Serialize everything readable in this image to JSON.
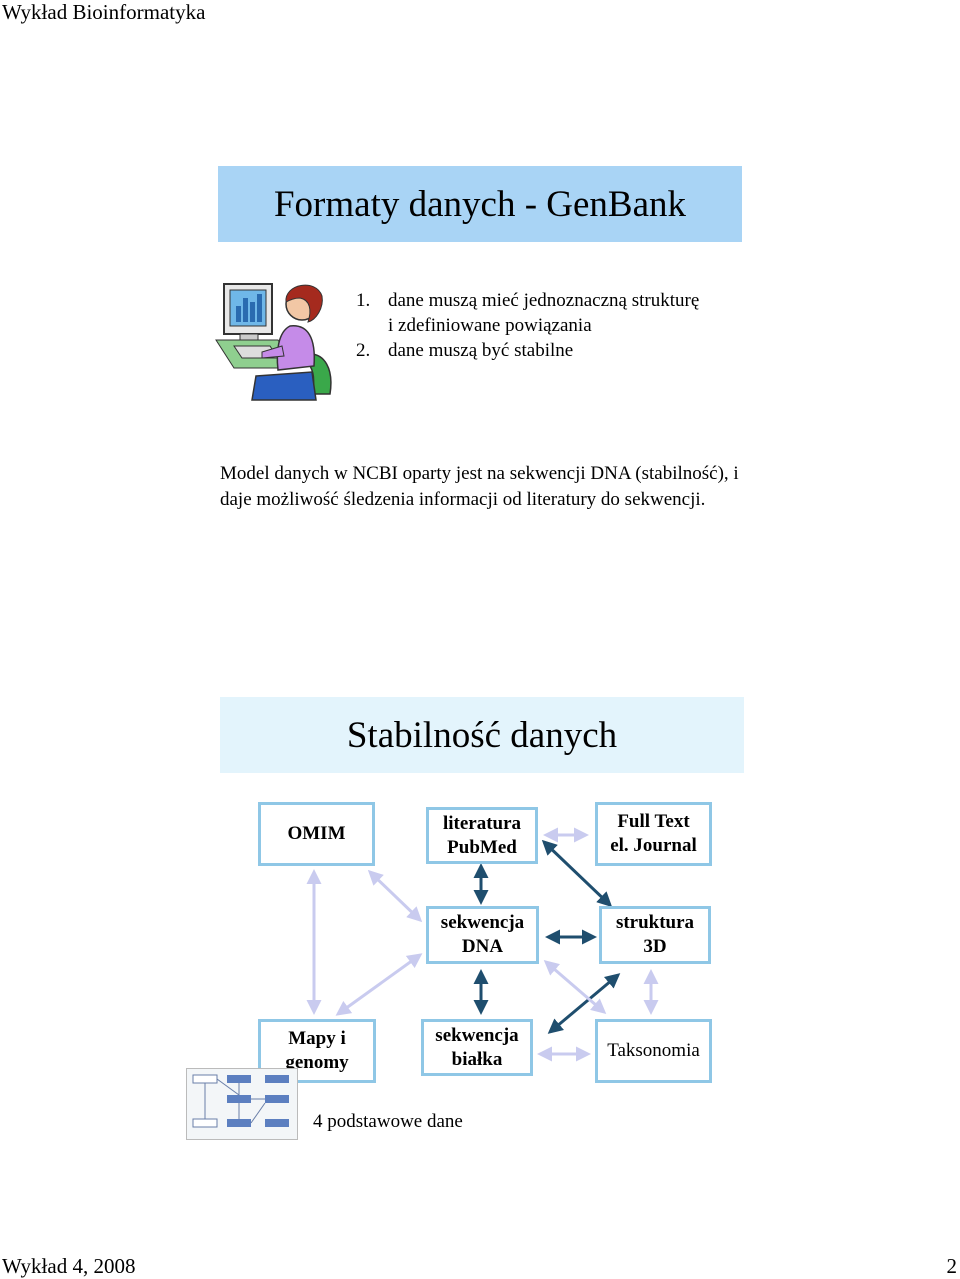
{
  "header": "Wykład Bioinformatyka",
  "footer": {
    "left": "Wykład 4, 2008",
    "page": "2"
  },
  "slide1": {
    "title": "Formaty danych - GenBank",
    "list": [
      {
        "num": "1.",
        "line1": "dane muszą mieć jednoznaczną strukturę",
        "line2": "i zdefiniowane powiązania"
      },
      {
        "num": "2.",
        "line1": "dane muszą być stabilne"
      }
    ],
    "illustration": "person-at-computer-icon"
  },
  "notes": "Model danych w NCBI oparty jest na sekwencji DNA (stabilność), i daje możliwość śledzenia informacji od literatury do sekwencji.",
  "slide2": {
    "title": "Stabilność danych",
    "nodes": {
      "omim": "OMIM",
      "pubmed": [
        "literatura",
        "PubMed"
      ],
      "fulltext": [
        "Full Text",
        "el. Journal"
      ],
      "dna": [
        "sekwencja",
        "DNA"
      ],
      "struktura": [
        "struktura",
        "3D"
      ],
      "mapy": [
        "Mapy i",
        "genomy"
      ],
      "bialko": [
        "sekwencja",
        "białka"
      ],
      "takso": "Taksonomia"
    },
    "caption": "4 podstawowe dane",
    "colors": {
      "strong_arrow": "#1f4e6e",
      "light_arrow": "#c9cbef",
      "node_border": "#8fc7e6"
    }
  }
}
